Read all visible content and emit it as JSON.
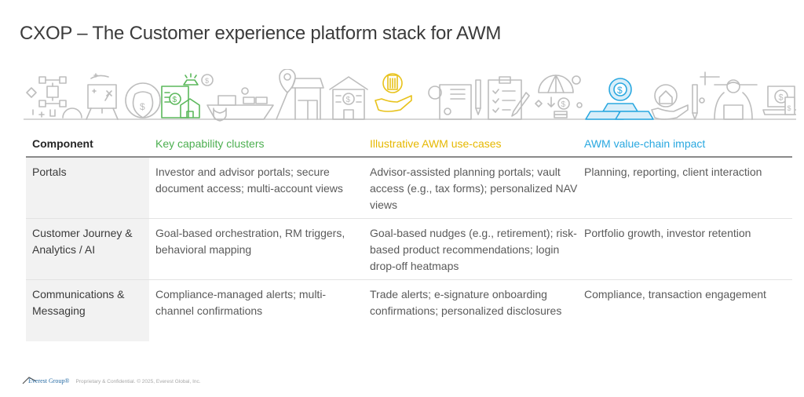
{
  "title": "CXOP – The Customer experience platform stack for AWM",
  "icon_strip": {
    "icons": [
      {
        "name": "workflow-diagram-icon",
        "color": "gray"
      },
      {
        "name": "strategy-board-icon",
        "color": "gray"
      },
      {
        "name": "money-bag-gear-icon",
        "color": "gray"
      },
      {
        "name": "document-dollar-house-icon",
        "color": "green"
      },
      {
        "name": "gold-bars-coin-icon",
        "color": "green"
      },
      {
        "name": "cargo-ship-shield-icon",
        "color": "gray"
      },
      {
        "name": "location-store-icon",
        "color": "gray"
      },
      {
        "name": "bank-building-icon",
        "color": "gray"
      },
      {
        "name": "hand-building-gear-icon",
        "color": "yellow"
      },
      {
        "name": "certificate-gear-icon",
        "color": "gray"
      },
      {
        "name": "clipboard-checklist-pen-icon",
        "color": "gray"
      },
      {
        "name": "umbrella-coins-icon",
        "color": "gray"
      },
      {
        "name": "gold-bars-dollar-gear-icon",
        "color": "blue"
      },
      {
        "name": "hand-house-gear-icon",
        "color": "gray"
      },
      {
        "name": "factory-robot-arm-icon",
        "color": "gray"
      },
      {
        "name": "laptop-phone-dollar-icon",
        "color": "gray"
      }
    ],
    "colors": {
      "gray": "#bdbdbd",
      "green": "#5cb85c",
      "yellow": "#e8c21a",
      "blue": "#2aa8e0"
    }
  },
  "table": {
    "headers": [
      {
        "label": "Component",
        "color": "#262626"
      },
      {
        "label": "Key capability clusters",
        "color": "#4caf50"
      },
      {
        "label": "Illustrative AWM use-cases",
        "color": "#e6b800"
      },
      {
        "label": "AWM value-chain impact",
        "color": "#29a8e0"
      }
    ],
    "rows": [
      {
        "component": "Portals",
        "capabilities": "Investor and advisor portals; secure document access; multi-account views",
        "use_cases": "Advisor-assisted planning portals; vault access (e.g., tax forms); personalized NAV views",
        "impact": "Planning, reporting, client interaction"
      },
      {
        "component": "Customer Journey & Analytics / AI",
        "capabilities": "Goal-based orchestration, RM triggers, behavioral mapping",
        "use_cases": "Goal-based nudges (e.g., retirement); risk-based product recommendations; login drop-off heatmaps",
        "impact": "Portfolio growth, investor retention"
      },
      {
        "component": "Communications & Messaging",
        "capabilities": "Compliance-managed alerts; multi-channel confirmations",
        "use_cases": "Trade alerts; e-signature onboarding confirmations; personalized disclosures",
        "impact": "Compliance, transaction engagement"
      }
    ]
  },
  "footer": {
    "logo_text": "Everest Group®",
    "note": "Proprietary & Confidential. © 2025, Everest Global, Inc."
  }
}
